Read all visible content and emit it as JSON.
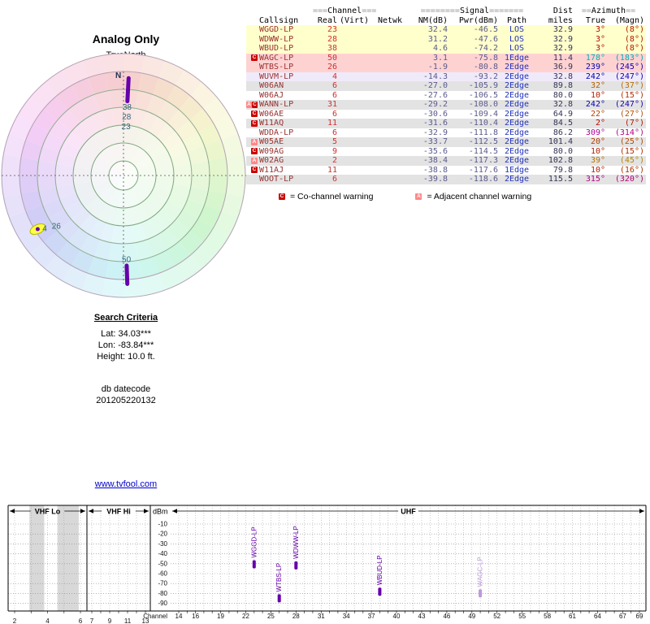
{
  "colors": {
    "callsign": "#993333",
    "channel": "#cc3333",
    "signal": "#5a5a8c",
    "path": "#2233bb",
    "miles": "#333355",
    "bar": "#6600aa",
    "bar_faded": "#bb99dd",
    "warning_c_bg": "#cc0000",
    "warning_a_bg": "#ff8888",
    "link": "#0000cc",
    "radar_label": "#336677"
  },
  "radar": {
    "title": "Analog Only",
    "north_label": "TrueNorth",
    "compass_n": "N",
    "markers": [
      {
        "type": "bar",
        "azimuth": 3,
        "r0": 0.61,
        "r1": 0.8
      },
      {
        "type": "label",
        "text": "38",
        "azimuth": 3,
        "r": 0.56
      },
      {
        "type": "label",
        "text": "28",
        "azimuth": 3,
        "r": 0.48
      },
      {
        "type": "label",
        "text": "23",
        "azimuth": 3,
        "r": 0.4
      },
      {
        "type": "bar",
        "azimuth": 178,
        "r0": 0.74,
        "r1": 0.89
      },
      {
        "type": "label",
        "text": "50",
        "azimuth": 178,
        "r": 0.69
      },
      {
        "type": "highlight",
        "azimuth": 238,
        "r": 0.83
      },
      {
        "type": "label",
        "text": "4",
        "azimuth": 236,
        "r": 0.78
      },
      {
        "type": "label",
        "text": "26",
        "azimuth": 233,
        "r": 0.69
      }
    ]
  },
  "table": {
    "group_header": {
      "channel": {
        "pre": "===",
        "label": "Channel",
        "post": "==="
      },
      "signal": {
        "pre": "========",
        "label": "Signal",
        "post": "======="
      },
      "dist": "Dist",
      "azimuth": {
        "pre": "==",
        "label": "Azimuth",
        "post": "=="
      }
    },
    "columns": {
      "callsign": "Callsign",
      "real": "Real",
      "virt": "(Virt)",
      "netwk": "Netwk",
      "nm": "NM(dB)",
      "pwr": "Pwr(dBm)",
      "path": "Path",
      "miles": "miles",
      "true": "True",
      "magn": "(Magn)"
    },
    "rows": [
      {
        "warnings": [],
        "callsign": "WGGD-LP",
        "real": "23",
        "virt": "",
        "netwk": "",
        "nm": "32.4",
        "pwr": "-46.5",
        "path": "LOS",
        "miles": "32.9",
        "az_true": "3°",
        "az_true_val": 3,
        "az_magn": "(8°)",
        "az_magn_val": 8,
        "bg": "#ffffcc"
      },
      {
        "warnings": [],
        "callsign": "WDWW-LP",
        "real": "28",
        "virt": "",
        "netwk": "",
        "nm": "31.2",
        "pwr": "-47.6",
        "path": "LOS",
        "miles": "32.9",
        "az_true": "3°",
        "az_true_val": 3,
        "az_magn": "(8°)",
        "az_magn_val": 8,
        "bg": "#ffffcc"
      },
      {
        "warnings": [],
        "callsign": "WBUD-LP",
        "real": "38",
        "virt": "",
        "netwk": "",
        "nm": "4.6",
        "pwr": "-74.2",
        "path": "LOS",
        "miles": "32.9",
        "az_true": "3°",
        "az_true_val": 3,
        "az_magn": "(8°)",
        "az_magn_val": 8,
        "bg": "#ffffcc"
      },
      {
        "warnings": [
          "C"
        ],
        "callsign": "WAGC-LP",
        "real": "50",
        "virt": "",
        "netwk": "",
        "nm": "3.1",
        "pwr": "-75.8",
        "path": "1Edge",
        "miles": "11.4",
        "az_true": "178°",
        "az_true_val": 178,
        "az_magn": "(183°)",
        "az_magn_val": 183,
        "bg": "#ffd2d2"
      },
      {
        "warnings": [],
        "callsign": "WTBS-LP",
        "real": "26",
        "virt": "",
        "netwk": "",
        "nm": "-1.9",
        "pwr": "-80.8",
        "path": "2Edge",
        "miles": "36.9",
        "az_true": "239°",
        "az_true_val": 239,
        "az_magn": "(245°)",
        "az_magn_val": 245,
        "bg": "#ffd2d2"
      },
      {
        "warnings": [],
        "callsign": "WUVM-LP",
        "real": "4",
        "virt": "",
        "netwk": "",
        "nm": "-14.3",
        "pwr": "-93.2",
        "path": "2Edge",
        "miles": "32.8",
        "az_true": "242°",
        "az_true_val": 242,
        "az_magn": "(247°)",
        "az_magn_val": 247,
        "bg": "#efeafa"
      },
      {
        "warnings": [],
        "callsign": "W06AN",
        "real": "6",
        "virt": "",
        "netwk": "",
        "nm": "-27.0",
        "pwr": "-105.9",
        "path": "2Edge",
        "miles": "89.8",
        "az_true": "32°",
        "az_true_val": 32,
        "az_magn": "(37°)",
        "az_magn_val": 37,
        "bg": "#e3e3e3"
      },
      {
        "warnings": [],
        "callsign": "W06AJ",
        "real": "6",
        "virt": "",
        "netwk": "",
        "nm": "-27.6",
        "pwr": "-106.5",
        "path": "2Edge",
        "miles": "80.0",
        "az_true": "10°",
        "az_true_val": 10,
        "az_magn": "(15°)",
        "az_magn_val": 15,
        "bg": "#ffffff"
      },
      {
        "warnings": [
          "A",
          "C"
        ],
        "callsign": "WANN-LP",
        "real": "31",
        "virt": "",
        "netwk": "",
        "nm": "-29.2",
        "pwr": "-108.0",
        "path": "2Edge",
        "miles": "32.8",
        "az_true": "242°",
        "az_true_val": 242,
        "az_magn": "(247°)",
        "az_magn_val": 247,
        "bg": "#e3e3e3"
      },
      {
        "warnings": [
          "C"
        ],
        "callsign": "W06AE",
        "real": "6",
        "virt": "",
        "netwk": "",
        "nm": "-30.6",
        "pwr": "-109.4",
        "path": "2Edge",
        "miles": "64.9",
        "az_true": "22°",
        "az_true_val": 22,
        "az_magn": "(27°)",
        "az_magn_val": 27,
        "bg": "#ffffff"
      },
      {
        "warnings": [
          "C"
        ],
        "callsign": "W11AQ",
        "real": "11",
        "virt": "",
        "netwk": "",
        "nm": "-31.6",
        "pwr": "-110.4",
        "path": "2Edge",
        "miles": "84.5",
        "az_true": "2°",
        "az_true_val": 2,
        "az_magn": "(7°)",
        "az_magn_val": 7,
        "bg": "#e3e3e3"
      },
      {
        "warnings": [],
        "callsign": "WDDA-LP",
        "real": "6",
        "virt": "",
        "netwk": "",
        "nm": "-32.9",
        "pwr": "-111.8",
        "path": "2Edge",
        "miles": "86.2",
        "az_true": "309°",
        "az_true_val": 309,
        "az_magn": "(314°)",
        "az_magn_val": 314,
        "bg": "#ffffff"
      },
      {
        "warnings": [
          "A"
        ],
        "callsign": "W05AE",
        "real": "5",
        "virt": "",
        "netwk": "",
        "nm": "-33.7",
        "pwr": "-112.5",
        "path": "2Edge",
        "miles": "101.4",
        "az_true": "20°",
        "az_true_val": 20,
        "az_magn": "(25°)",
        "az_magn_val": 25,
        "bg": "#e3e3e3"
      },
      {
        "warnings": [
          "C"
        ],
        "callsign": "W09AG",
        "real": "9",
        "virt": "",
        "netwk": "",
        "nm": "-35.6",
        "pwr": "-114.5",
        "path": "2Edge",
        "miles": "80.0",
        "az_true": "10°",
        "az_true_val": 10,
        "az_magn": "(15°)",
        "az_magn_val": 15,
        "bg": "#ffffff"
      },
      {
        "warnings": [
          "A"
        ],
        "callsign": "W02AG",
        "real": "2",
        "virt": "",
        "netwk": "",
        "nm": "-38.4",
        "pwr": "-117.3",
        "path": "2Edge",
        "miles": "102.8",
        "az_true": "39°",
        "az_true_val": 39,
        "az_magn": "(45°)",
        "az_magn_val": 45,
        "bg": "#e3e3e3"
      },
      {
        "warnings": [
          "C"
        ],
        "callsign": "W11AJ",
        "real": "11",
        "virt": "",
        "netwk": "",
        "nm": "-38.8",
        "pwr": "-117.6",
        "path": "1Edge",
        "miles": "79.8",
        "az_true": "10°",
        "az_true_val": 10,
        "az_magn": "(16°)",
        "az_magn_val": 16,
        "bg": "#ffffff"
      },
      {
        "warnings": [],
        "callsign": "WOOT-LP",
        "real": "6",
        "virt": "",
        "netwk": "",
        "nm": "-39.8",
        "pwr": "-118.6",
        "path": "2Edge",
        "miles": "115.5",
        "az_true": "315°",
        "az_true_val": 315,
        "az_magn": "(320°)",
        "az_magn_val": 320,
        "bg": "#e3e3e3"
      }
    ]
  },
  "legend": {
    "c_symbol": "C",
    "c_text": "= Co-channel warning",
    "a_symbol": "A",
    "a_text": "= Adjacent channel warning"
  },
  "search": {
    "title": "Search Criteria",
    "lat": "Lat: 34.03***",
    "lon": "Lon: -83.84***",
    "height": "Height: 10.0 ft.",
    "datecode_label": "db datecode",
    "datecode": "201205220132"
  },
  "link": {
    "text": "www.tvfool.com"
  },
  "chart_data": {
    "type": "scatter",
    "title": "",
    "xlabel": "Channel",
    "ylabel": "dBm",
    "yticks": [
      -10,
      -20,
      -30,
      -40,
      -50,
      -60,
      -70,
      -80,
      -90
    ],
    "ylim": [
      -95,
      -5
    ],
    "bands": [
      {
        "label": "VHF Lo",
        "ch_min": 2,
        "ch_max": 6,
        "tick_labels": [
          2,
          4,
          6
        ]
      },
      {
        "label": "VHF Hi",
        "ch_min": 7,
        "ch_max": 13,
        "tick_labels": [
          7,
          9,
          11,
          13
        ]
      },
      {
        "label": "UHF",
        "ch_min": 14,
        "ch_max": 69,
        "tick_labels": [
          14,
          16,
          19,
          22,
          25,
          28,
          31,
          34,
          37,
          40,
          43,
          46,
          49,
          52,
          55,
          58,
          61,
          64,
          67,
          69
        ]
      }
    ],
    "shaded_ranges": [
      {
        "band": 0,
        "from": 2.9,
        "to": 3.8
      },
      {
        "band": 0,
        "from": 4.6,
        "to": 5.9
      }
    ],
    "points": [
      {
        "callsign": "WGGD-LP",
        "channel": 23,
        "dbm": -46.5,
        "faded": false
      },
      {
        "callsign": "WTBS-LP",
        "channel": 26,
        "dbm": -80.8,
        "faded": false
      },
      {
        "callsign": "WDWW-LP",
        "channel": 28,
        "dbm": -47.6,
        "faded": false
      },
      {
        "callsign": "WBUD-LP",
        "channel": 38,
        "dbm": -74.2,
        "faded": false
      },
      {
        "callsign": "WAGC-LP",
        "channel": 50,
        "dbm": -75.8,
        "faded": true
      }
    ]
  }
}
